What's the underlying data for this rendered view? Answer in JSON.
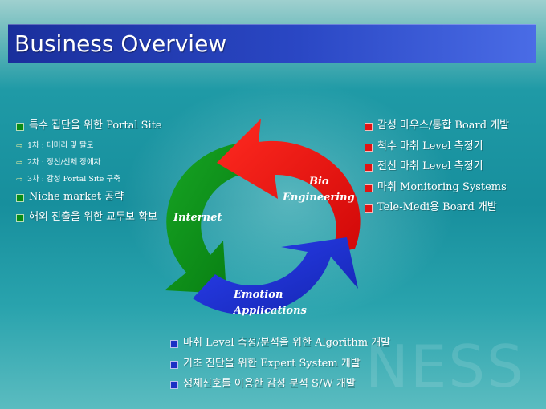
{
  "title": "Business Overview",
  "watermark": "NESS",
  "left_list": {
    "items": [
      {
        "text": "특수 집단을 위한 Portal Site",
        "subitems": [
          "1차 : 대머리 및 탈모",
          "2차 : 정신/신체 장애자",
          "3차 : 감성 Portal Site 구축"
        ]
      },
      {
        "text": "Niche market 공략"
      },
      {
        "text": "해외 진출을 위한 교두보 확보"
      }
    ]
  },
  "right_list": {
    "items": [
      "감성 마우스/통합 Board 개발",
      "척수 마취 Level 측정기",
      "전신 마취 Level 측정기",
      "마취 Monitoring Systems",
      "Tele-Medi용 Board 개발"
    ]
  },
  "bottom_list": {
    "items": [
      "마취 Level 측정/분석을 위한 Algorithm 개발",
      "기초 진단을 위한 Expert System 개발",
      "생체신호를 이용한 감성 분석 S/W 개발"
    ]
  },
  "cycle": {
    "bio": [
      "Bio",
      "Engineering"
    ],
    "internet": "Internet",
    "emotion": [
      "Emotion",
      "Applications"
    ]
  },
  "colors": {
    "green": "#0a8c16",
    "red": "#e11414",
    "blue": "#1b2fc4",
    "title_bar": "#2a47c4"
  }
}
